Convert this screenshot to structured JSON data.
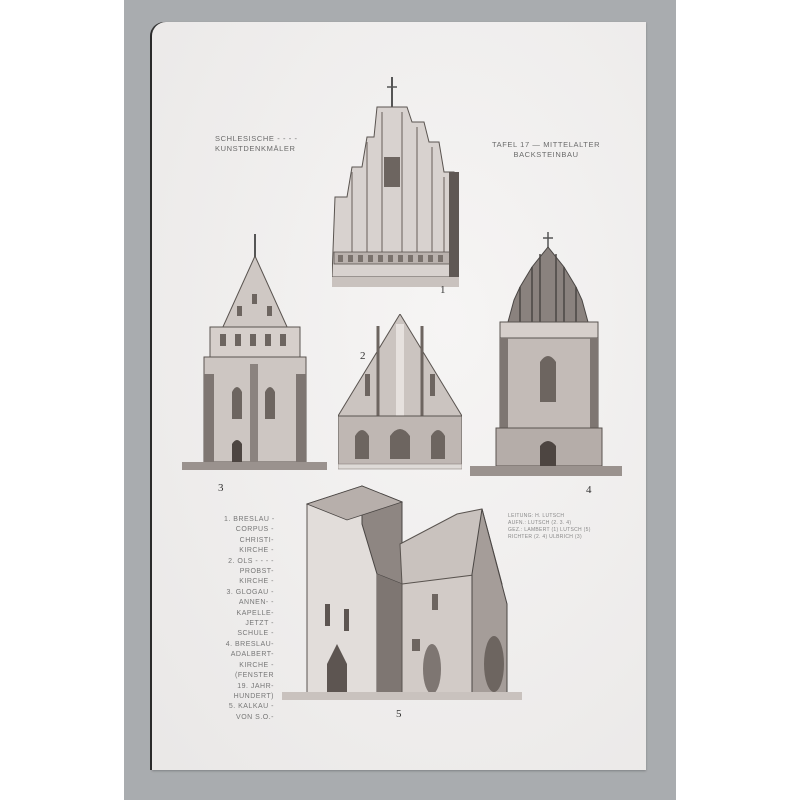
{
  "plate": {
    "header_left": [
      "SCHLESISCHE - - - -",
      "KUNSTDENKMÄLER"
    ],
    "header_right": [
      "TAFEL 17 — MITTELALTER",
      "BACKSTEINBAU"
    ],
    "figure_numbers": [
      "1",
      "2",
      "3",
      "4",
      "5"
    ],
    "legend": [
      "1. BRESLAU -",
      "CORPUS -",
      "CHRISTI-",
      "KIRCHE -",
      "2. OLS - - - -",
      "PROBST-",
      "KIRCHE -",
      "3. GLOGAU -",
      "ANNEN- -",
      "KAPELLE-",
      "JETZT -",
      "SCHULE -",
      "4. BRESLAU-",
      "ADALBERT-",
      "KIRCHE -",
      "(FENSTER",
      "19. JAHR-",
      "HUNDERT)",
      "5. KALKAU -",
      "VON S.O.-"
    ],
    "credits": [
      "LEITUNG: H. LUTSCH",
      "AUFN.: LUTSCH (2. 3. 4)",
      "GEZ.: LAMBERT (1) LUTSCH (5)",
      "RICHTER (2. 4) ULBRICH (3)"
    ],
    "figures": [
      {
        "id": "1",
        "subject": "Breslau Corpus-Christi-Kirche gable"
      },
      {
        "id": "2",
        "subject": "Öls Probstkirche gable"
      },
      {
        "id": "3",
        "subject": "Glogau Annenkapelle"
      },
      {
        "id": "4",
        "subject": "Breslau Adalbertkirche"
      },
      {
        "id": "5",
        "subject": "Kalkau church from south-east"
      }
    ]
  },
  "colors": {
    "backdrop": "#a9acaf",
    "paper": "#f1efee",
    "ink": "#4a4644"
  }
}
